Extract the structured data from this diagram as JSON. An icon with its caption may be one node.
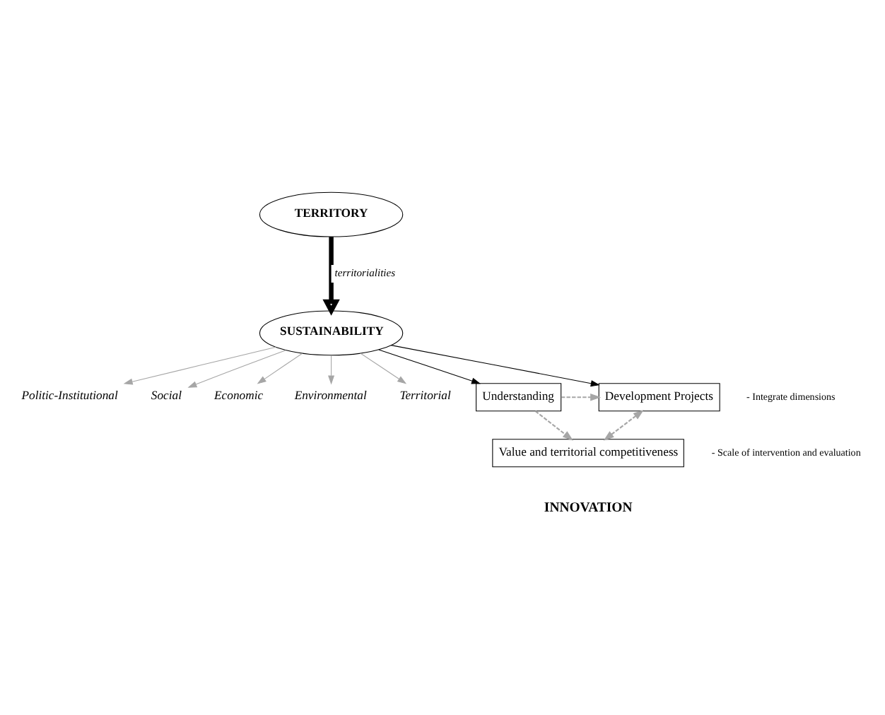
{
  "diagram": {
    "nodes": [
      {
        "text": [
          "TERRITORY"
        ]
      },
      {
        "text": [
          "SUSTAINABILITY"
        ]
      },
      {
        "text": [
          "Politic-Institutional"
        ]
      },
      {
        "text": [
          "Social"
        ]
      },
      {
        "text": [
          "Economic"
        ]
      },
      {
        "text": [
          "Environmental"
        ]
      },
      {
        "text": [
          "Territorial"
        ]
      },
      {
        "text": [
          "Understanding"
        ]
      },
      {
        "text": [
          "Development Projects"
        ]
      },
      {
        "text": [
          "Value and territorial competitiveness"
        ],
        "beside": [
          "INNOVATION"
        ]
      }
    ],
    "edges": [
      {
        "from": 0,
        "to": 1,
        "arrow": "to",
        "label": "territorialities",
        "style": "thick",
        "color": "#000000"
      },
      {
        "from": 1,
        "to": 2,
        "arrow": "to",
        "color": "#a6a6a6"
      },
      {
        "from": 1,
        "to": 3,
        "arrow": "to",
        "color": "#a6a6a6"
      },
      {
        "from": 1,
        "to": 4,
        "arrow": "to",
        "color": "#a6a6a6"
      },
      {
        "from": 1,
        "to": 5,
        "arrow": "to",
        "color": "#a6a6a6"
      },
      {
        "from": 1,
        "to": 6,
        "arrow": "to",
        "color": "#a6a6a6"
      },
      {
        "from": 1,
        "to": 7,
        "arrow": "to",
        "color": "#000000"
      },
      {
        "from": 1,
        "to": 8,
        "arrow": "to",
        "color": "#000000"
      },
      {
        "from": 7,
        "to": 8,
        "arrow": "to",
        "style": "dashed",
        "color": "#a6a6a6"
      },
      {
        "from": 7,
        "to": 9,
        "arrow": "to",
        "style": "dashed",
        "color": "#a6a6a6"
      },
      {
        "from": 9,
        "to": 8,
        "arrow": "both",
        "style": "dashed",
        "color": "#a6a6a6"
      }
    ],
    "labels": [
      "- Integrate dimensions",
      "- Scale of intervention and evaluation"
    ]
  }
}
